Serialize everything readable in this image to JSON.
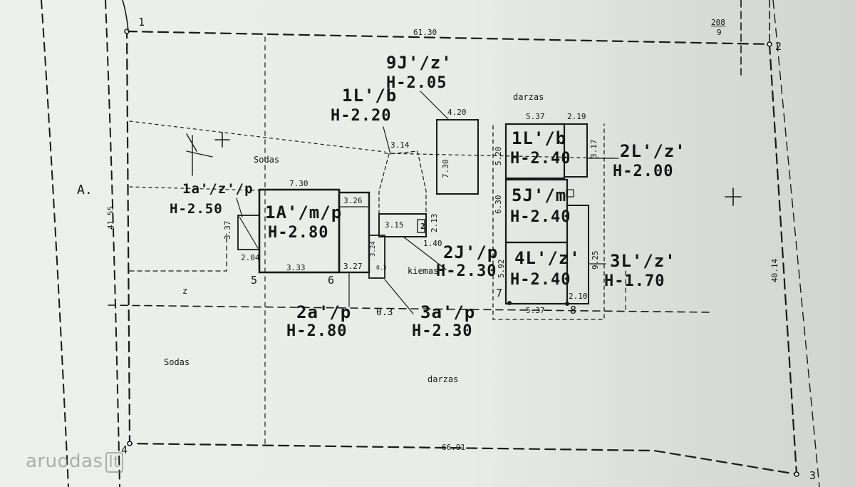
{
  "plan": {
    "point_numbers": [
      "1",
      "2",
      "3",
      "4",
      "5",
      "6",
      "7",
      "8"
    ],
    "boundary_dimensions": [
      "61.30",
      "66.91",
      "41.55",
      "40.14"
    ],
    "neighbour_ref": {
      "top": "208",
      "bottom": "9"
    },
    "side_letter": "A.",
    "area_labels": [
      "Sodas",
      "Sodas",
      "darzas",
      "darzas",
      "kiemas",
      "z"
    ],
    "buildings": [
      {
        "code": "1A'/m/p",
        "height": "H-2.80"
      },
      {
        "code": "1a'/z'/p",
        "height": "H-2.50"
      },
      {
        "code": "2a'/p",
        "height": "H-2.80"
      },
      {
        "code": "3a'/p",
        "height": "H-2.30"
      },
      {
        "code": "9J'/z'",
        "height": "H-2.05"
      },
      {
        "code": "1L'/b",
        "height": "H-2.20"
      },
      {
        "code": "1L'/b",
        "height": "H-2.40"
      },
      {
        "code": "2L'/z'",
        "height": "H-2.00"
      },
      {
        "code": "5J'/m",
        "height": "H-2.40"
      },
      {
        "code": "4L'/z'",
        "height": "H-2.40"
      },
      {
        "code": "3L'/z'",
        "height": "H-1.70"
      },
      {
        "code": "2J'/p",
        "height": "H-2.30"
      }
    ],
    "building_dimensions": [
      "7.30",
      "3.26",
      "3.33",
      "3.27",
      "2.04",
      "3.37",
      "3.14",
      "3.15",
      "2.13",
      "1.40",
      "4.20",
      "7.30",
      "5.37",
      "2.19",
      "3.17",
      "5.20",
      "6.30",
      "5.92",
      "9.25",
      "2.10",
      "5.37",
      "3.24",
      "0.3"
    ],
    "small_notes": [
      "2",
      "0.3"
    ]
  },
  "watermark": {
    "brand": "aruodas",
    "tld": "lt"
  }
}
